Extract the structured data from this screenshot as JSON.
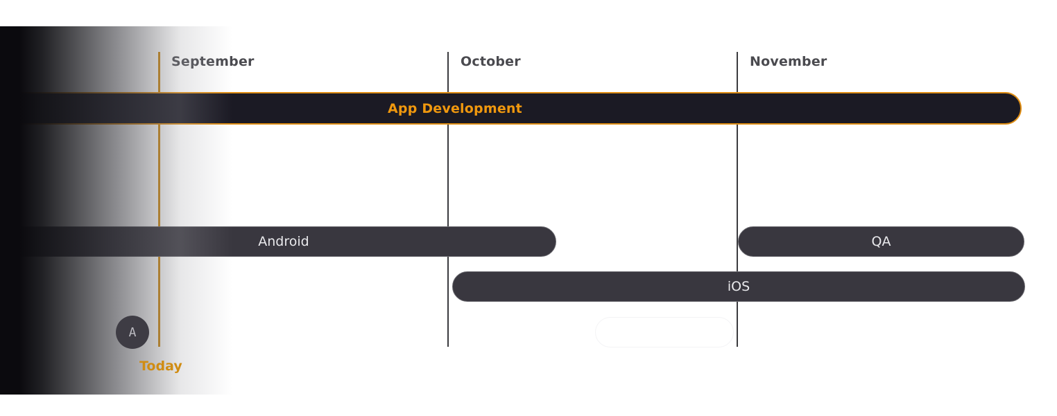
{
  "timeline": {
    "months": [
      {
        "label": "September"
      },
      {
        "label": "October"
      },
      {
        "label": "November"
      }
    ],
    "today_label": "Today",
    "accent_color": "#de8d14",
    "parent_task": {
      "label": "App Development"
    },
    "tasks": [
      {
        "label": "Android"
      },
      {
        "label": "QA"
      },
      {
        "label": "iOS"
      }
    ],
    "assignee": {
      "initial": "A"
    }
  }
}
